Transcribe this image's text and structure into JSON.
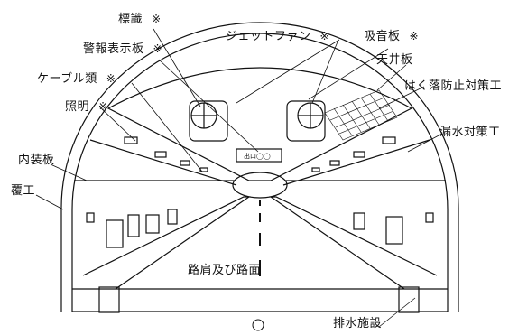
{
  "colors": {
    "line": "#111111",
    "fill": "#ffffff",
    "shade": "#d8d8d8"
  },
  "mark": "※",
  "sign_text": "出口◯◯",
  "labels": {
    "hyoushiki": "標識",
    "jet_fan": "ジェットファン",
    "kyuuonban": "吸音板",
    "keihou": "警報表示板",
    "tenjouban": "天井板",
    "cable": "ケーブル類",
    "hakuraku": "はく落防止対策工",
    "shoumei": "照明",
    "roustui": "漏水対策工",
    "naisouban": "内装板",
    "fukkou": "覆工",
    "rokata": "路肩及び路面",
    "haisui": "排水施設"
  }
}
